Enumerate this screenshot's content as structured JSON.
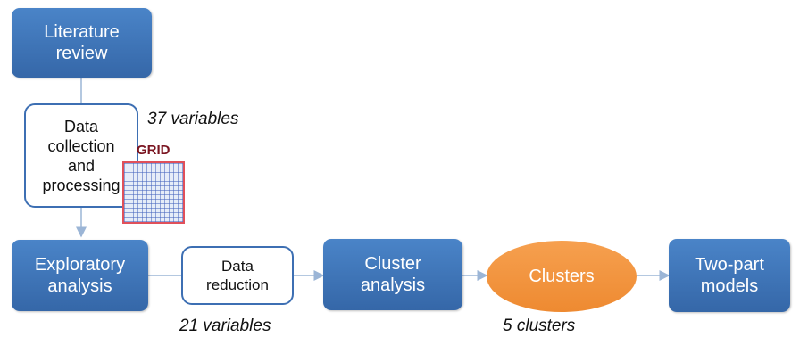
{
  "nodes": {
    "literature_review": "Literature\nreview",
    "data_collection": "Data\ncollection\nand\nprocessing",
    "exploratory_analysis": "Exploratory\nanalysis",
    "data_reduction": "Data\nreduction",
    "cluster_analysis": "Cluster\nanalysis",
    "clusters": "Clusters",
    "two_part_models": "Two-part\nmodels"
  },
  "annotations": {
    "grid": "GRID",
    "variables_37": "37 variables",
    "variables_21": "21 variables",
    "clusters_5": "5 clusters"
  },
  "colors": {
    "box_blue": "#3d74b8",
    "outline_blue": "#3d6fb3",
    "oval_orange": "#f0923a",
    "connector": "#9bb5d6",
    "grid_border": "#e0505a",
    "grid_label": "#7a1420"
  }
}
